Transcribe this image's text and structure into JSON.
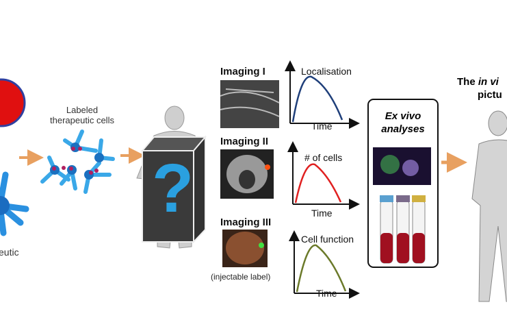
{
  "left_cell": {
    "label_fragment": "eutic"
  },
  "labeled_cells": {
    "line1": "Labeled",
    "line2": "therapeutic cells"
  },
  "question_mark": "?",
  "imaging": [
    {
      "title": "Imaging I",
      "graph_label": "Localisation",
      "axis_label": "Time"
    },
    {
      "title": "Imaging II",
      "graph_label": "# of cells",
      "axis_label": "Time"
    },
    {
      "title": "Imaging III",
      "graph_label": "Cell function",
      "axis_label": "Time",
      "caption": "(injectable label)"
    }
  ],
  "ex_vivo": {
    "line1": "Ex vivo",
    "line2": "analyses"
  },
  "result": {
    "prefix": "The ",
    "italic": "in vi",
    "line2": "pictu"
  },
  "colors": {
    "arrow": "#e8a060",
    "cell": "#2aa0e0",
    "curve1": "#1f3f7a",
    "curve2": "#e02020",
    "curve3": "#6b7a2a",
    "blood": "#a01020"
  }
}
